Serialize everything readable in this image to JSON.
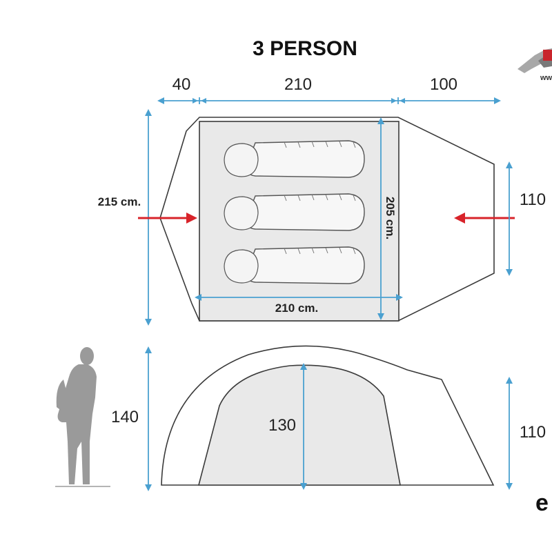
{
  "title": "3 PERSON",
  "top_view": {
    "dims_top": [
      "40",
      "210",
      "100"
    ],
    "width_label": "215 cm.",
    "vestibule_height_label": "110",
    "inner_length_label": "205 cm.",
    "inner_width_label": "210 cm."
  },
  "side_view": {
    "person_height_label": "140",
    "inner_height_label": "130",
    "vestibule_height_label": "110"
  },
  "logo": {
    "letter": "e",
    "partial_url": "ww"
  },
  "colors": {
    "dimension_lines": "#4aa0d0",
    "entrance_arrows": "#d8232a",
    "outline": "#3a3a3a",
    "floor": "#e9e9e9"
  },
  "icons": [
    "sleeping-bag-icon",
    "person-silhouette-icon",
    "entrance-arrow-icon",
    "brand-logo-icon"
  ]
}
